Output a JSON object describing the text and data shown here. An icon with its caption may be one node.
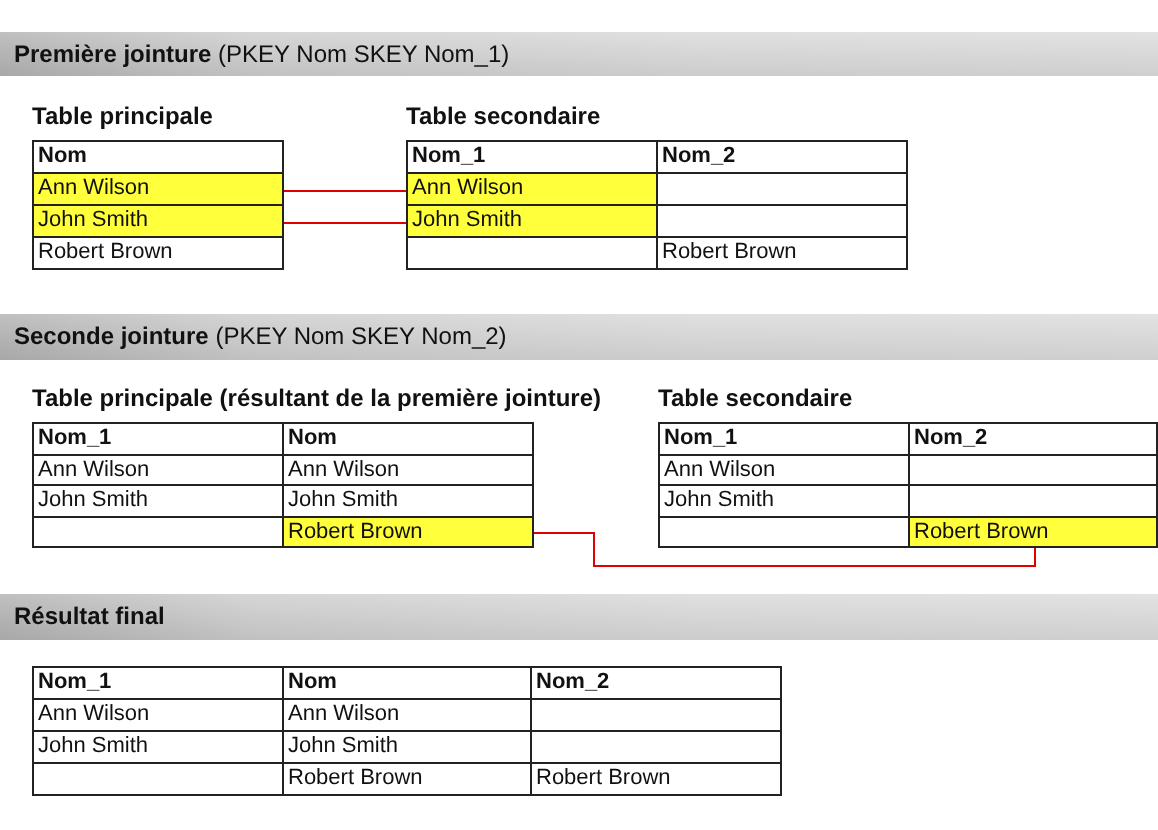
{
  "diagram": {
    "nodes": [
      {
        "text": [
          "**Première jointure** (PKEY Nom SKEY Nom_1)"
        ]
      },
      {
        "text": [
          "Table principale"
        ]
      },
      {
        "text": [
          "Nom"
        ],
        "in": 1
      },
      {
        "text": [
          "Ann Wilson"
        ],
        "in": 1
      },
      {
        "text": [
          "John Smith"
        ],
        "in": 1
      },
      {
        "text": [
          "Robert Brown"
        ],
        "in": 1
      },
      {
        "text": [
          "Table secondaire"
        ]
      },
      {
        "text": [
          "Nom_1"
        ],
        "in": 6
      },
      {
        "text": [
          "Nom_2"
        ],
        "in": 6
      },
      {
        "text": [
          "Ann Wilson"
        ],
        "in": 6
      },
      {
        "text": [],
        "shape": "box",
        "in": 6
      },
      {
        "text": [
          "John Smith"
        ],
        "in": 6
      },
      {
        "text": [],
        "shape": "box",
        "in": 6
      },
      {
        "text": [],
        "shape": "box",
        "in": 6
      },
      {
        "text": [
          "Robert Brown"
        ],
        "in": 6
      },
      {
        "text": [
          "**Seconde jointure** (PKEY Nom SKEY Nom_2)"
        ]
      },
      {
        "text": [
          "Table principale (résultant de la première jointure)"
        ]
      },
      {
        "text": [
          "Nom_1"
        ],
        "in": 16
      },
      {
        "text": [
          "Nom"
        ],
        "in": 16
      },
      {
        "text": [
          "Ann Wilson"
        ],
        "in": 16
      },
      {
        "text": [
          "Ann Wilson"
        ],
        "in": 16
      },
      {
        "text": [
          "John Smith"
        ],
        "in": 16
      },
      {
        "text": [
          "John Smith"
        ],
        "in": 16
      },
      {
        "text": [],
        "shape": "box",
        "in": 16
      },
      {
        "text": [
          "Robert Brown"
        ],
        "in": 16
      },
      {
        "text": [
          "Table secondaire"
        ]
      },
      {
        "text": [
          "Nom_1"
        ],
        "in": 25
      },
      {
        "text": [
          "Nom_2"
        ],
        "in": 25
      },
      {
        "text": [
          "Ann Wilson"
        ],
        "in": 25
      },
      {
        "text": [],
        "shape": "box",
        "in": 25
      },
      {
        "text": [
          "John Smith"
        ],
        "in": 25
      },
      {
        "text": [],
        "shape": "box",
        "in": 25
      },
      {
        "text": [],
        "shape": "box",
        "in": 25
      },
      {
        "text": [
          "Robert Brown"
        ],
        "in": 25
      },
      {
        "text": [
          "Résultat final"
        ]
      },
      {
        "text": [],
        "shape": "table"
      },
      {
        "text": [
          "Nom_1"
        ],
        "in": 35
      },
      {
        "text": [
          "Nom"
        ],
        "in": 35
      },
      {
        "text": [
          "Nom_2"
        ],
        "in": 35
      },
      {
        "text": [
          "Ann Wilson"
        ],
        "in": 35
      },
      {
        "text": [
          "Ann Wilson"
        ],
        "in": 35
      },
      {
        "text": [],
        "shape": "box",
        "in": 35
      },
      {
        "text": [
          "John Smith"
        ],
        "in": 35
      },
      {
        "text": [
          "John Smith"
        ],
        "in": 35
      },
      {
        "text": [],
        "shape": "box",
        "in": 35
      },
      {
        "text": [],
        "shape": "box",
        "in": 35
      },
      {
        "text": [
          "Robert Brown"
        ],
        "in": 35
      },
      {
        "text": [
          "Robert Brown"
        ],
        "in": 35
      }
    ],
    "edges": [
      {
        "from": 3,
        "to": 9,
        "arrow": "none"
      },
      {
        "from": 4,
        "to": 11,
        "arrow": "none"
      },
      {
        "from": 24,
        "to": 33,
        "arrow": "none"
      }
    ]
  }
}
